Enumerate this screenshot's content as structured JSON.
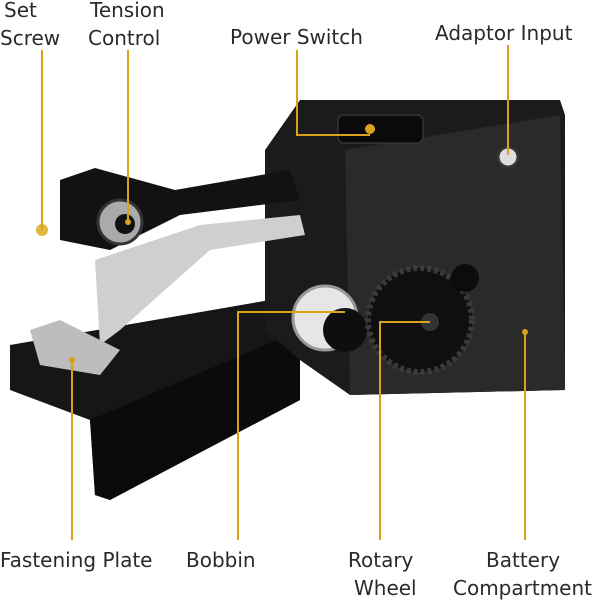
{
  "colors": {
    "leader": "#d9a21b",
    "device": "#141414",
    "metal": "#c8c8c8",
    "text": "#2a2a2a"
  },
  "labels": {
    "set_screw": [
      "Set",
      "Screw"
    ],
    "tension_control": [
      "Tension",
      "Control"
    ],
    "power_switch": "Power Switch",
    "adaptor_input": "Adaptor Input",
    "fastening_plate": "Fastening Plate",
    "bobbin": "Bobbin",
    "rotary_wheel": [
      "Rotary",
      "Wheel"
    ],
    "battery_compartment": [
      "Battery",
      "Compartment"
    ]
  }
}
